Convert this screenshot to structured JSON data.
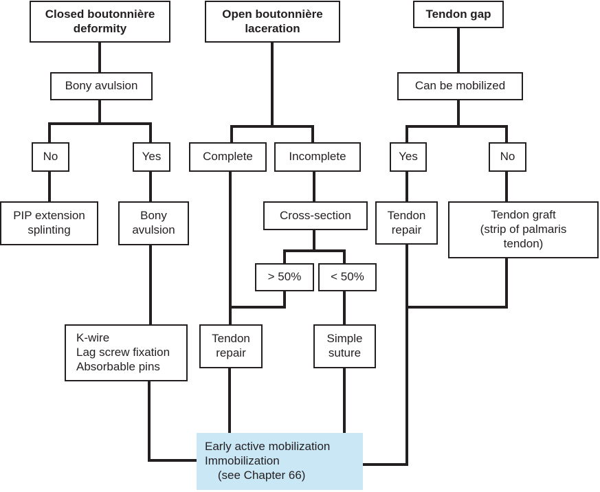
{
  "colors": {
    "line": "#231f20",
    "box_border": "#231f20",
    "text": "#231f20",
    "highlight_bg": "#cae7f6"
  },
  "nodes": {
    "closed_deformity": {
      "label": "Closed boutonnière\ndeformity"
    },
    "bony_avulsion_question": {
      "label": "Bony avulsion"
    },
    "no_1": {
      "label": "No"
    },
    "yes_1": {
      "label": "Yes"
    },
    "pip_splinting": {
      "label": "PIP extension\nsplinting"
    },
    "bony_avulsion_result": {
      "label": "Bony\navulsion"
    },
    "kwire_fixation": {
      "label": "K-wire\nLag screw fixation\nAbsorbable pins"
    },
    "open_laceration": {
      "label": "Open boutonnière\nlaceration"
    },
    "complete": {
      "label": "Complete"
    },
    "incomplete": {
      "label": "Incomplete"
    },
    "cross_section": {
      "label": "Cross-section"
    },
    "gt_50": {
      "label": "> 50%"
    },
    "lt_50": {
      "label": "< 50%"
    },
    "tendon_repair_complete": {
      "label": "Tendon\nrepair"
    },
    "simple_suture": {
      "label": "Simple\nsuture"
    },
    "tendon_gap": {
      "label": "Tendon gap"
    },
    "can_be_mobilized": {
      "label": "Can be mobilized"
    },
    "yes_2": {
      "label": "Yes"
    },
    "no_2": {
      "label": "No"
    },
    "tendon_repair_gap": {
      "label": "Tendon\nrepair"
    },
    "tendon_graft": {
      "label": "Tendon graft\n(strip of palmaris\ntendon)"
    },
    "outcome": {
      "label": "Early active mobilization\nImmobilization\n    (see Chapter 66)"
    }
  },
  "edges": [
    {
      "from": "closed_deformity",
      "to": "bony_avulsion_question"
    },
    {
      "from": "bony_avulsion_question",
      "to": "no_1"
    },
    {
      "from": "bony_avulsion_question",
      "to": "yes_1"
    },
    {
      "from": "no_1",
      "to": "pip_splinting"
    },
    {
      "from": "yes_1",
      "to": "bony_avulsion_result"
    },
    {
      "from": "bony_avulsion_result",
      "to": "kwire_fixation"
    },
    {
      "from": "kwire_fixation",
      "to": "outcome"
    },
    {
      "from": "open_laceration",
      "to": "complete"
    },
    {
      "from": "open_laceration",
      "to": "incomplete"
    },
    {
      "from": "complete",
      "to": "tendon_repair_complete"
    },
    {
      "from": "incomplete",
      "to": "cross_section"
    },
    {
      "from": "cross_section",
      "to": "gt_50"
    },
    {
      "from": "cross_section",
      "to": "lt_50"
    },
    {
      "from": "gt_50",
      "to": "tendon_repair_complete"
    },
    {
      "from": "lt_50",
      "to": "simple_suture"
    },
    {
      "from": "tendon_repair_complete",
      "to": "outcome"
    },
    {
      "from": "simple_suture",
      "to": "outcome"
    },
    {
      "from": "tendon_gap",
      "to": "can_be_mobilized"
    },
    {
      "from": "can_be_mobilized",
      "to": "yes_2"
    },
    {
      "from": "can_be_mobilized",
      "to": "no_2"
    },
    {
      "from": "yes_2",
      "to": "tendon_repair_gap"
    },
    {
      "from": "no_2",
      "to": "tendon_graft"
    },
    {
      "from": "tendon_graft",
      "to": "tendon_repair_gap"
    },
    {
      "from": "tendon_repair_gap",
      "to": "outcome"
    }
  ]
}
